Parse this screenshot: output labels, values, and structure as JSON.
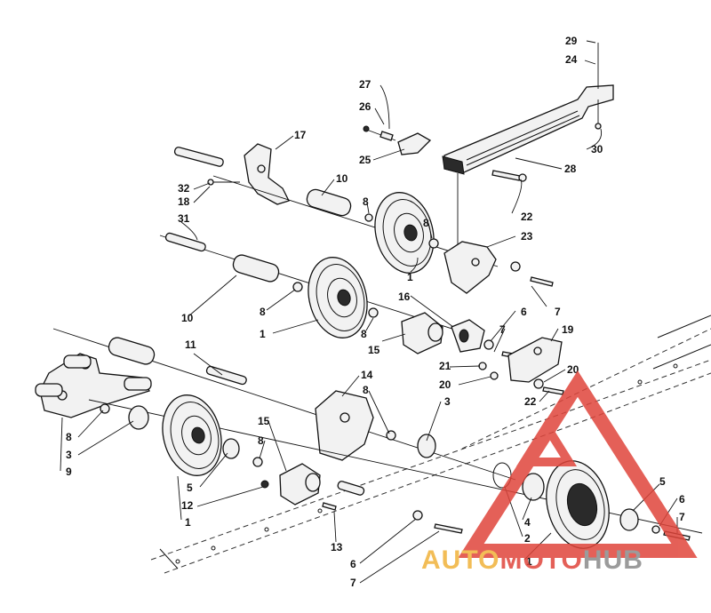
{
  "diagram": {
    "callouts": [
      {
        "id": "c29",
        "text": "29"
      },
      {
        "id": "c24",
        "text": "24"
      },
      {
        "id": "c27",
        "text": "27"
      },
      {
        "id": "c26",
        "text": "26"
      },
      {
        "id": "c17",
        "text": "17"
      },
      {
        "id": "c25",
        "text": "25"
      },
      {
        "id": "c30",
        "text": "30"
      },
      {
        "id": "c28",
        "text": "28"
      },
      {
        "id": "c32",
        "text": "32"
      },
      {
        "id": "c18",
        "text": "18"
      },
      {
        "id": "c10a",
        "text": "10"
      },
      {
        "id": "c8a",
        "text": "8"
      },
      {
        "id": "c22a",
        "text": "22"
      },
      {
        "id": "c31",
        "text": "31"
      },
      {
        "id": "c8b",
        "text": "8"
      },
      {
        "id": "c23",
        "text": "23"
      },
      {
        "id": "c1a",
        "text": "1"
      },
      {
        "id": "c8c",
        "text": "8"
      },
      {
        "id": "c7a",
        "text": "7"
      },
      {
        "id": "c16",
        "text": "16"
      },
      {
        "id": "c6a",
        "text": "6"
      },
      {
        "id": "c1b",
        "text": "1"
      },
      {
        "id": "c10b",
        "text": "10"
      },
      {
        "id": "c8d",
        "text": "8"
      },
      {
        "id": "c7b",
        "text": "7"
      },
      {
        "id": "c19",
        "text": "19"
      },
      {
        "id": "c15a",
        "text": "15"
      },
      {
        "id": "c11",
        "text": "11"
      },
      {
        "id": "c21",
        "text": "21"
      },
      {
        "id": "c20a",
        "text": "20"
      },
      {
        "id": "c14",
        "text": "14"
      },
      {
        "id": "c20b",
        "text": "20"
      },
      {
        "id": "c8e",
        "text": "8"
      },
      {
        "id": "c22b",
        "text": "22"
      },
      {
        "id": "c3a",
        "text": "3"
      },
      {
        "id": "c8f",
        "text": "8"
      },
      {
        "id": "c3b",
        "text": "3"
      },
      {
        "id": "c9",
        "text": "9"
      },
      {
        "id": "c15b",
        "text": "15"
      },
      {
        "id": "c8g",
        "text": "8"
      },
      {
        "id": "c5a",
        "text": "5"
      },
      {
        "id": "c12",
        "text": "12"
      },
      {
        "id": "c1c",
        "text": "1"
      },
      {
        "id": "c13",
        "text": "13"
      },
      {
        "id": "c6b",
        "text": "6"
      },
      {
        "id": "c7c",
        "text": "7"
      },
      {
        "id": "c4",
        "text": "4"
      },
      {
        "id": "c2",
        "text": "2"
      },
      {
        "id": "c1d",
        "text": "1"
      },
      {
        "id": "c5b",
        "text": "5"
      },
      {
        "id": "c6c",
        "text": "6"
      },
      {
        "id": "c7d",
        "text": "7"
      }
    ]
  },
  "watermark": {
    "part1": "AUTO",
    "part2": "MOTO",
    "part3": "HUB",
    "color_primary": "#e0453b",
    "color_secondary": "#f0b23a",
    "color_tertiary": "#8a8a8a"
  }
}
